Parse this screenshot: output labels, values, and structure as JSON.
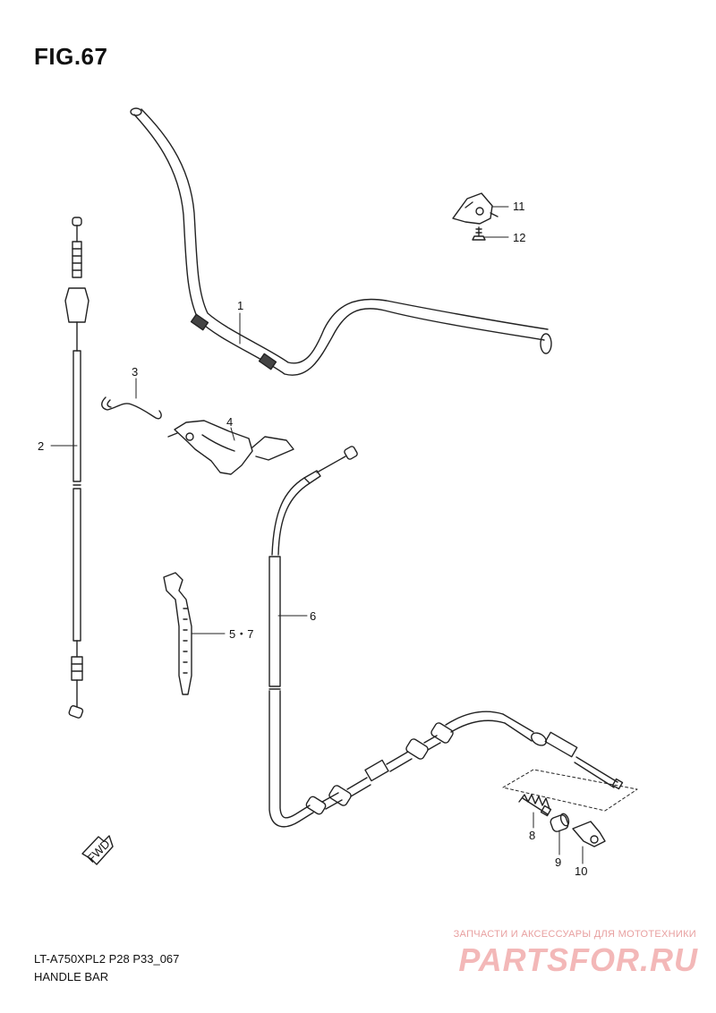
{
  "figure": {
    "title": "FIG.67"
  },
  "callouts": {
    "c1": "1",
    "c2": "2",
    "c3": "3",
    "c4": "4",
    "c5": "5・7",
    "c6": "6",
    "c8": "8",
    "c9": "9",
    "c10": "10",
    "c11": "11",
    "c12": "12"
  },
  "direction_badge": {
    "text": "FWD"
  },
  "footer": {
    "model_code": "LT-A750XPL2 P28 P33_067",
    "section_name": "HANDLE BAR"
  },
  "watermark": {
    "tagline": "ЗАПЧАСТИ И АКСЕССУАРЫ ДЛЯ МОТОТЕХНИКИ",
    "brand": "PARTSFOR.RU"
  }
}
